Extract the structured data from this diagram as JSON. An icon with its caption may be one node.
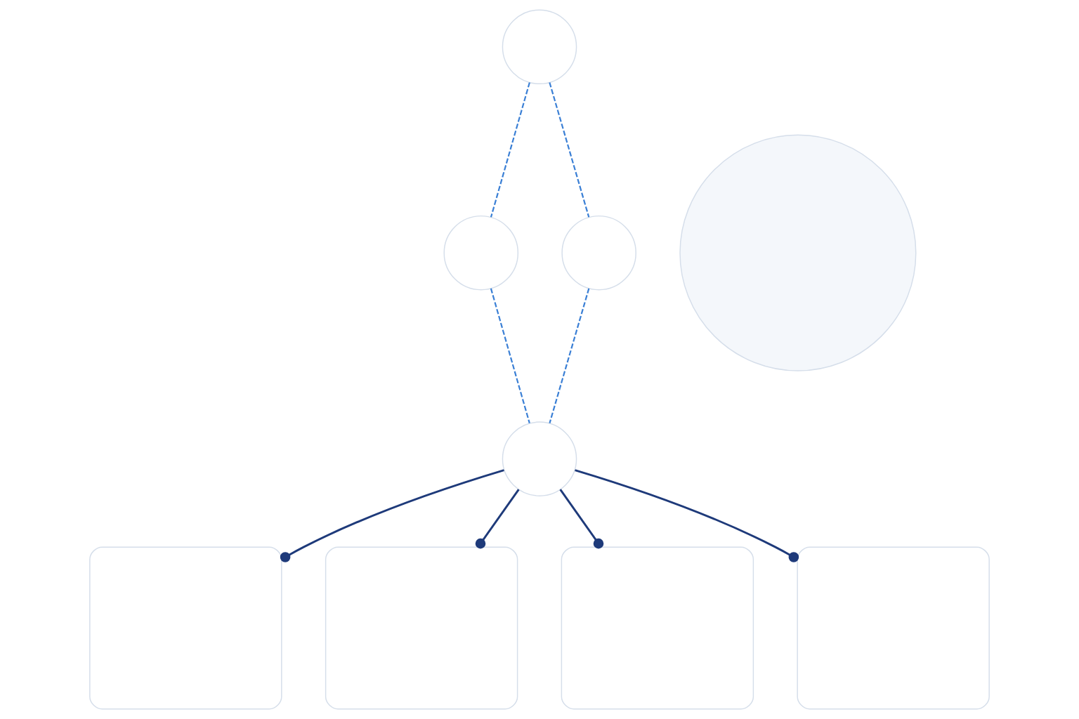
{
  "diagram": {
    "nodes": [
      {
        "text": [],
        "shape": "circle"
      },
      {
        "text": [],
        "shape": "circle"
      },
      {
        "text": [],
        "shape": "circle"
      },
      {
        "text": [],
        "shape": "circle"
      },
      {
        "text": [],
        "shape": "circle"
      },
      {
        "text": [],
        "shape": "box"
      },
      {
        "text": [],
        "shape": "box"
      },
      {
        "text": [],
        "shape": "box"
      },
      {
        "text": [],
        "shape": "box"
      }
    ],
    "edges": [
      {
        "from": 1,
        "to": 2,
        "arrow": "none",
        "style": "dashed",
        "color": "#3a7fd5"
      },
      {
        "from": 1,
        "to": 3,
        "arrow": "none",
        "style": "dashed",
        "color": "#3a7fd5"
      },
      {
        "from": 2,
        "to": 4,
        "arrow": "none",
        "style": "dashed",
        "color": "#3a7fd5"
      },
      {
        "from": 3,
        "to": 4,
        "arrow": "none",
        "style": "dashed",
        "color": "#3a7fd5"
      },
      {
        "from": 4,
        "to": 5,
        "arrow": "other",
        "color": "#1e3a7a"
      },
      {
        "from": 4,
        "to": 6,
        "arrow": "other",
        "color": "#1e3a7a"
      },
      {
        "from": 4,
        "to": 7,
        "arrow": "other",
        "color": "#1e3a7a"
      },
      {
        "from": 4,
        "to": 8,
        "arrow": "other",
        "color": "#1e3a7a"
      }
    ]
  }
}
